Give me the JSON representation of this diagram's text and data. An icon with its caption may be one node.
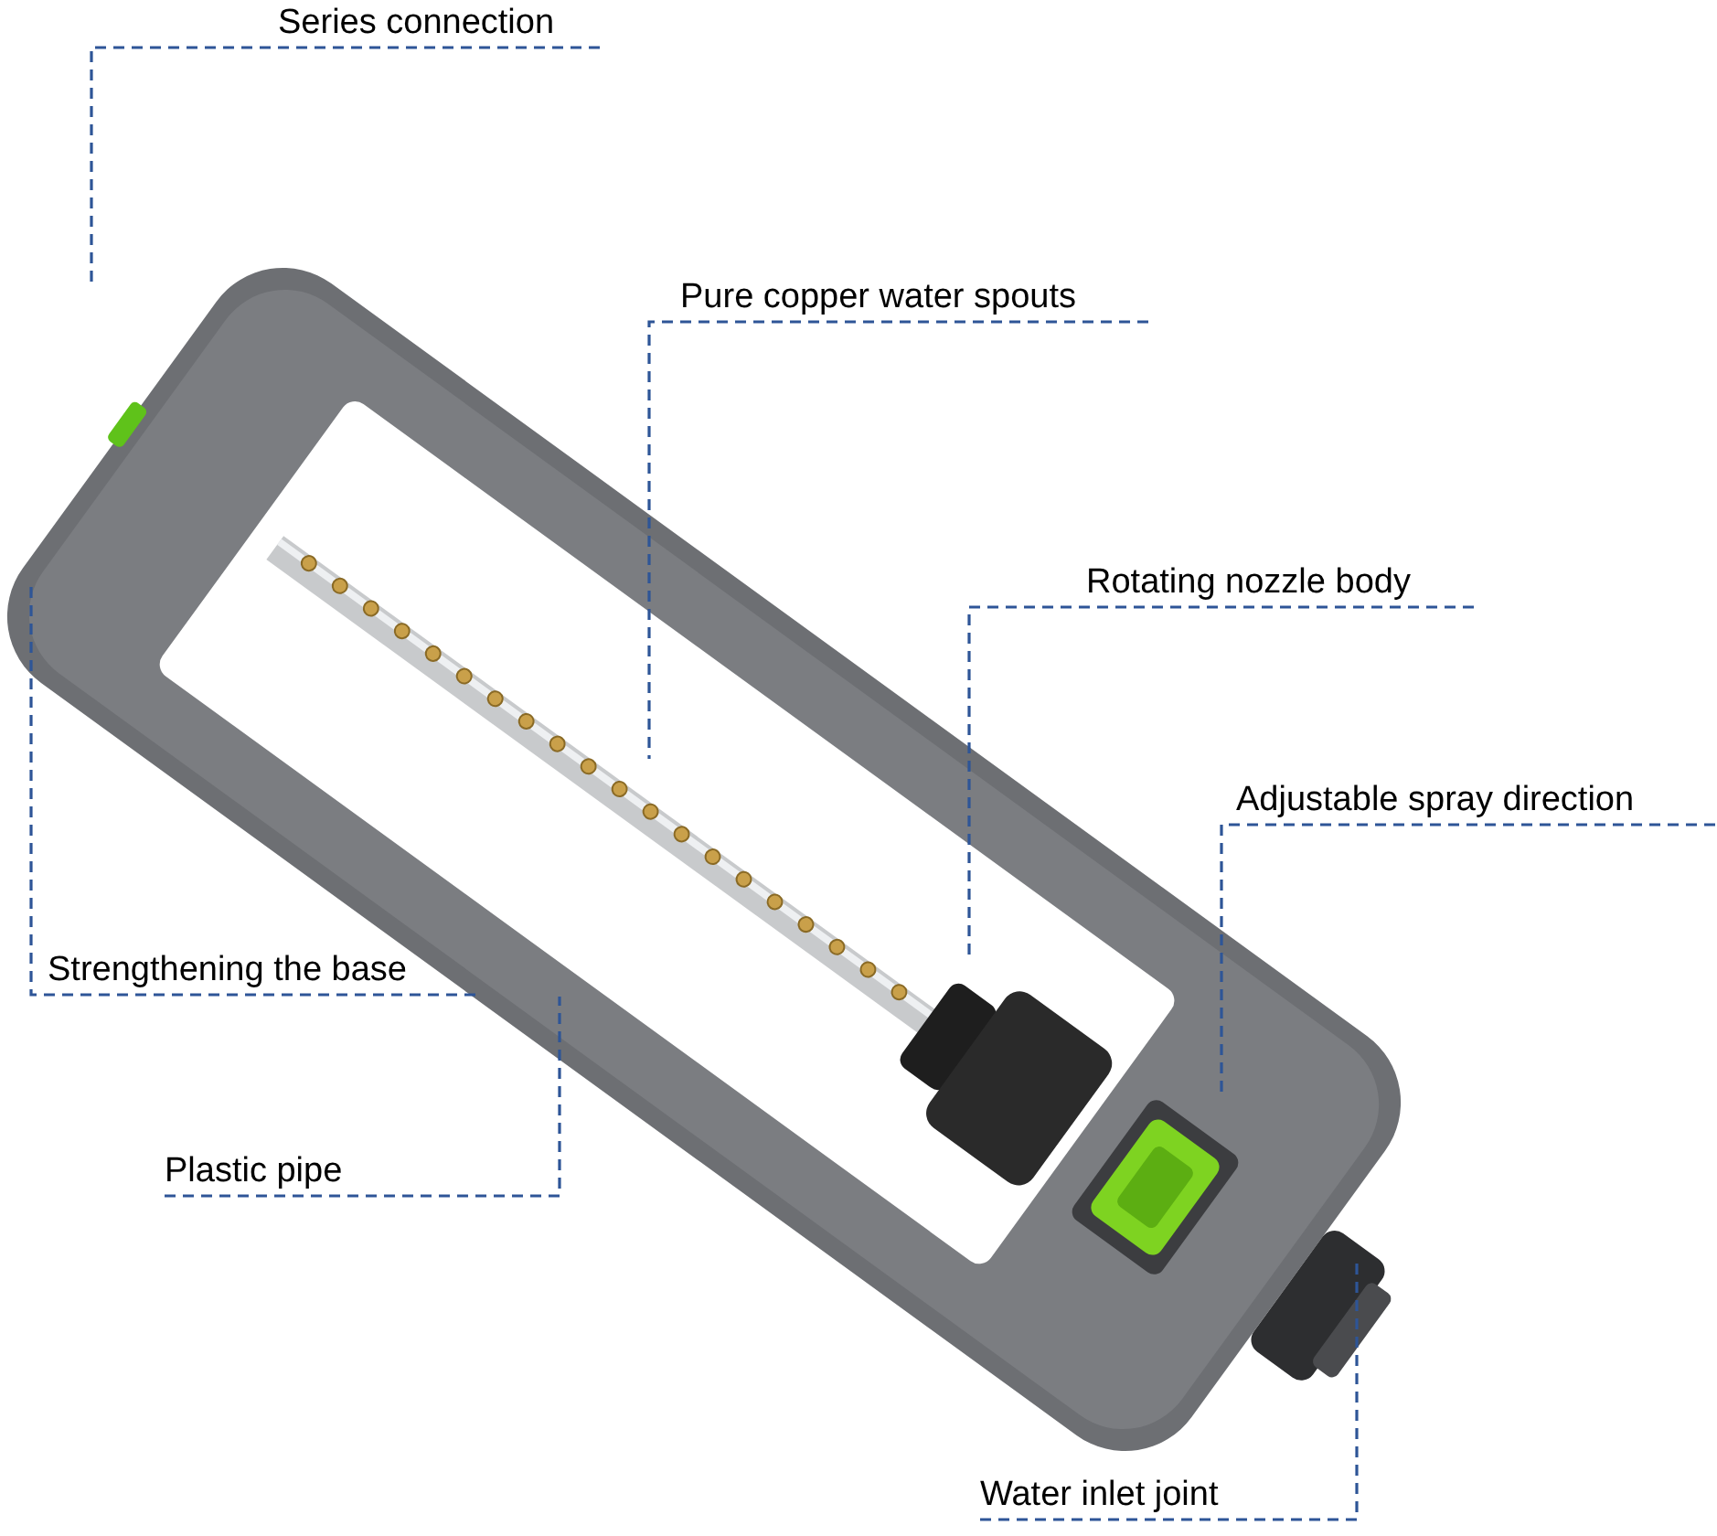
{
  "diagram": {
    "nodes": [
      {
        "text": [
          "Series connection"
        ]
      },
      {
        "text": [
          "Pure copper water spouts"
        ]
      },
      {
        "text": [
          "Rotating nozzle body"
        ]
      },
      {
        "text": [
          "Adjustable spray direction"
        ]
      },
      {
        "text": [
          "Strengthening the base"
        ]
      },
      {
        "text": [
          "Plastic pipe"
        ]
      },
      {
        "text": [
          "Water inlet joint"
        ]
      }
    ],
    "edges": [
      {
        "from": 0,
        "to": null,
        "arrow": "none",
        "style": "dashed"
      },
      {
        "from": 1,
        "to": null,
        "arrow": "none",
        "style": "dashed"
      },
      {
        "from": 2,
        "to": null,
        "arrow": "none",
        "style": "dashed"
      },
      {
        "from": 3,
        "to": null,
        "arrow": "none",
        "style": "dashed"
      },
      {
        "from": 4,
        "to": null,
        "arrow": "none",
        "style": "dashed"
      },
      {
        "from": 5,
        "to": null,
        "arrow": "none",
        "style": "dashed"
      },
      {
        "from": 6,
        "to": null,
        "arrow": "none",
        "style": "dashed"
      }
    ]
  }
}
